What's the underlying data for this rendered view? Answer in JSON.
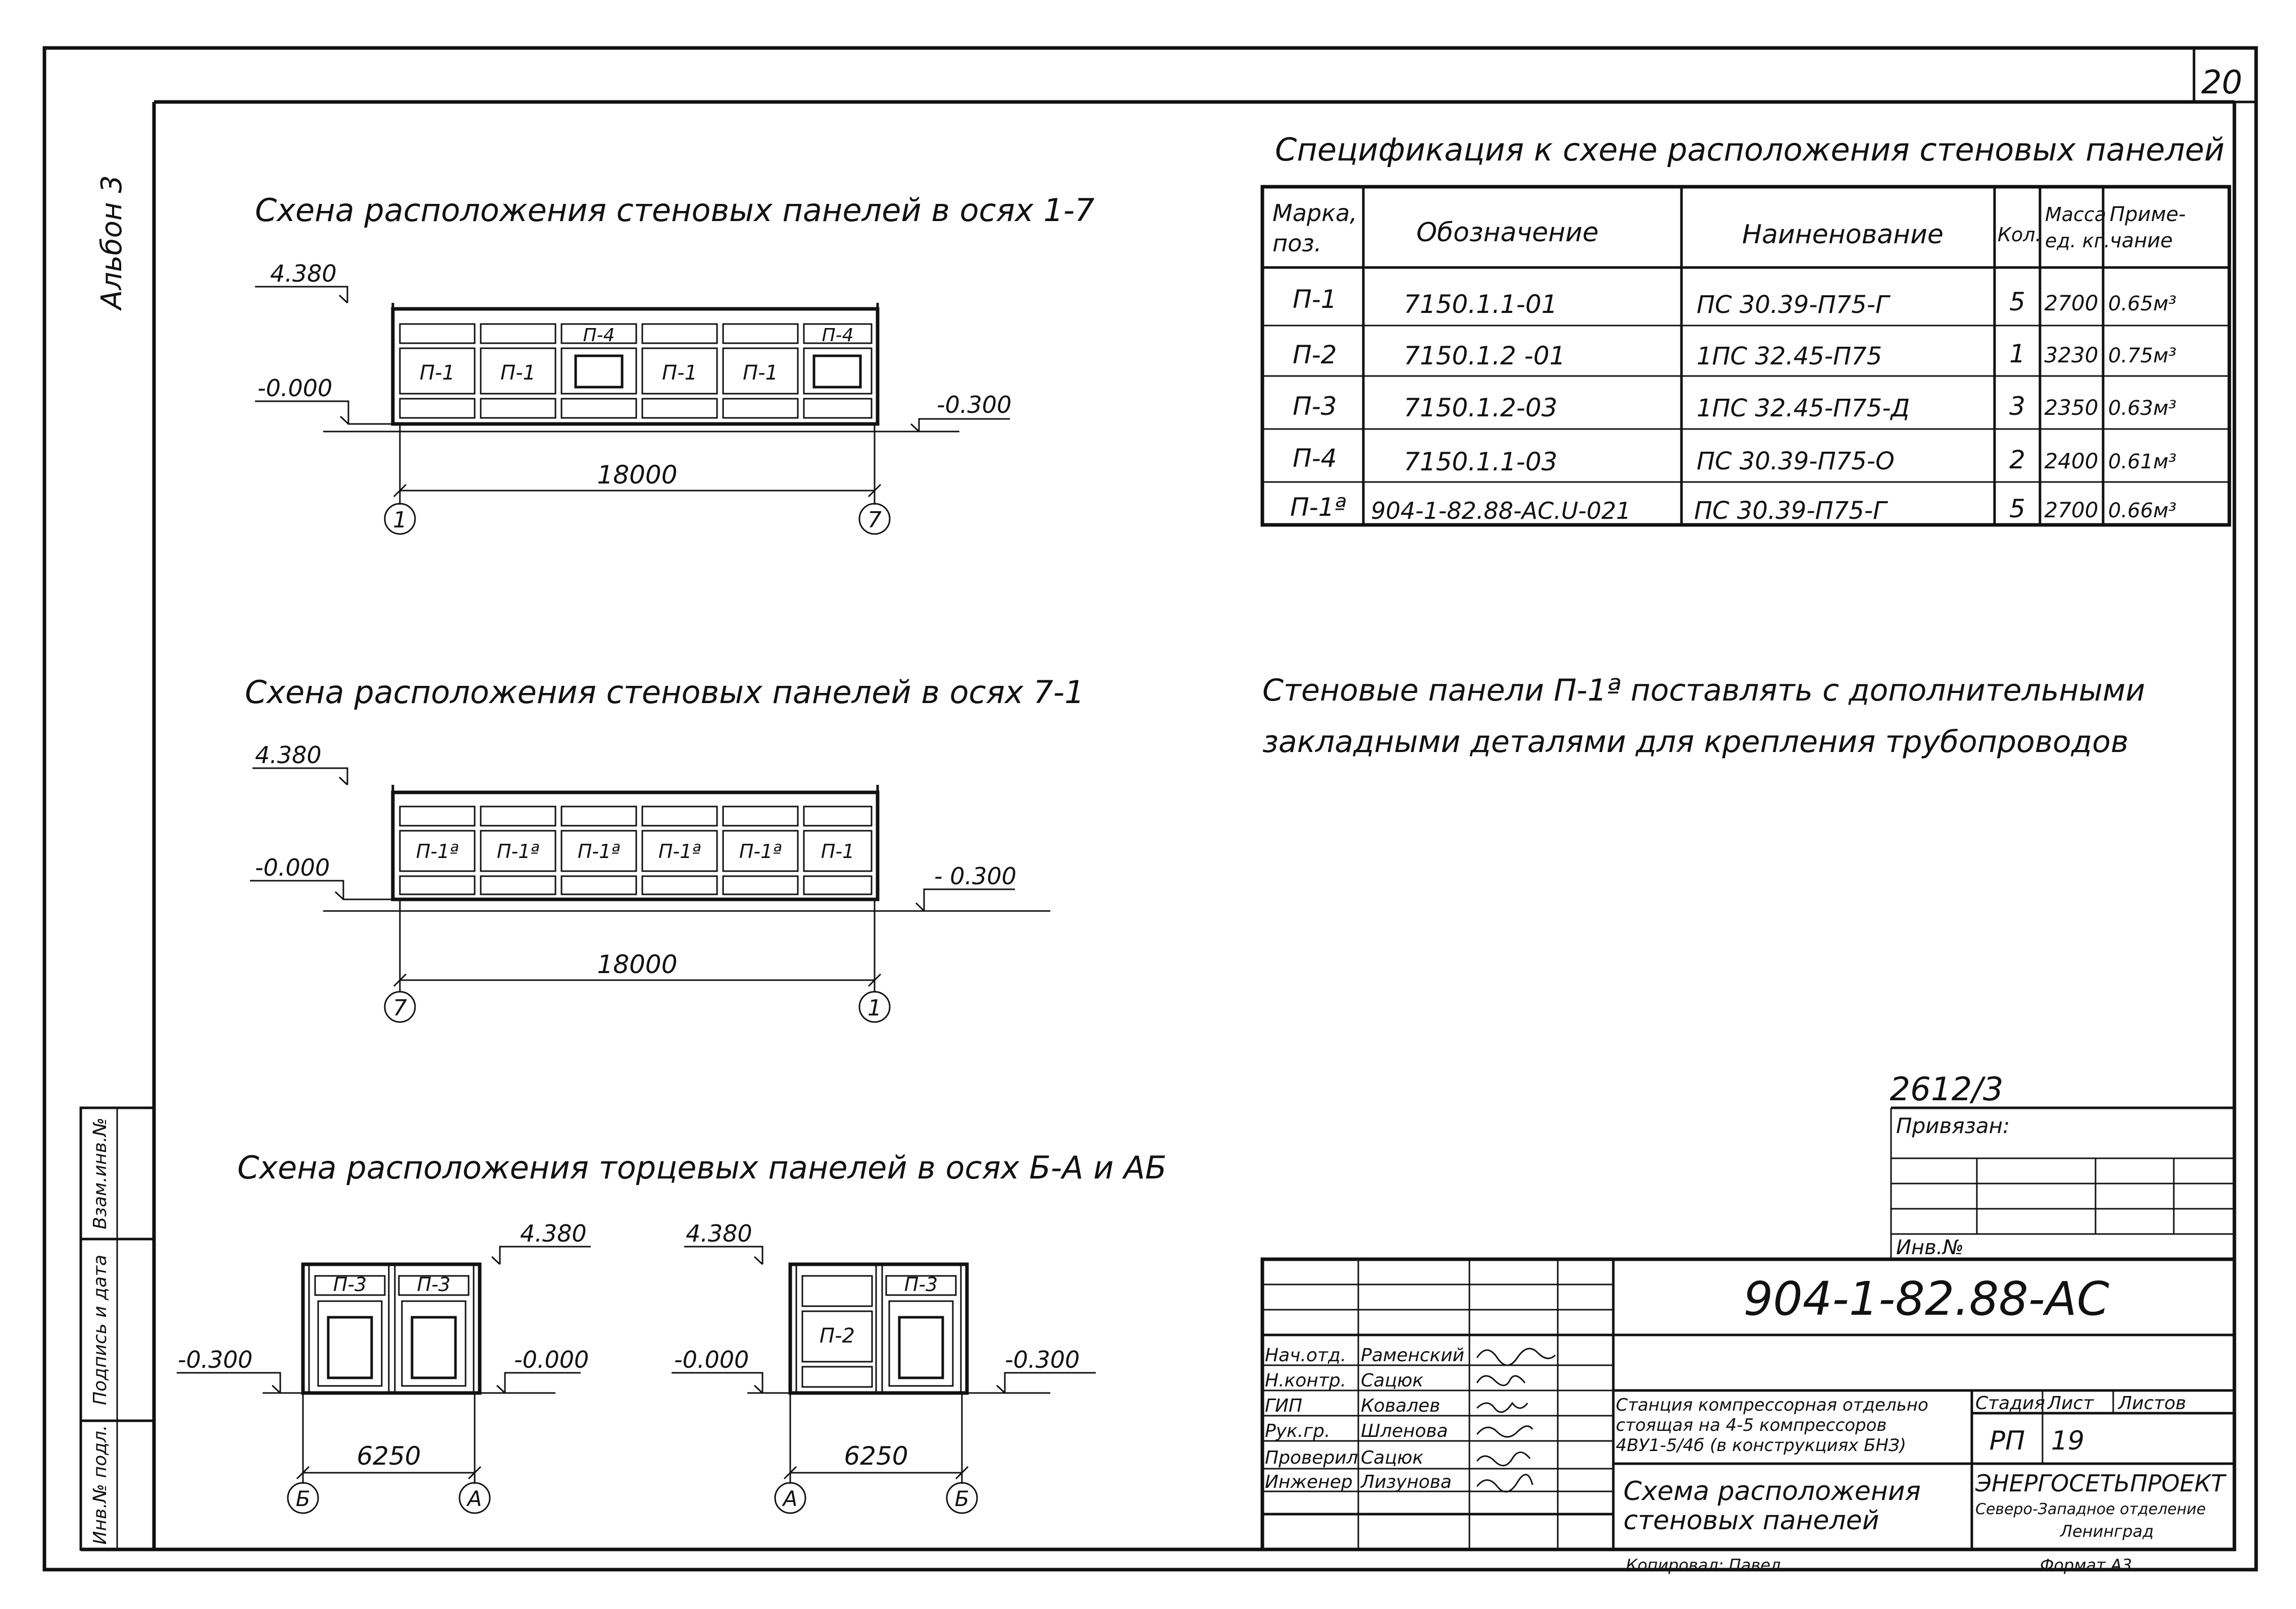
{
  "sheet": {
    "page_number": "20",
    "album": "Альбон 3"
  },
  "elevations": [
    {
      "title": "Схена расположения  стеновых  панелей   в  осях 1-7",
      "level_top": "4.380",
      "level_left": "-0.000",
      "level_right": "-0.300",
      "panels": [
        "П-1",
        "П-1",
        "П-4",
        "П-1",
        "П-1",
        "П-4"
      ],
      "dimension": "18000",
      "axis_left": "1",
      "axis_right": "7"
    },
    {
      "title": "Схена расположения  стеновых  панелей  в  осях  7-1",
      "level_top": "4.380",
      "level_left": "-0.000",
      "level_right": "- 0.300",
      "panels": [
        "П-1ª",
        "П-1ª",
        "П-1ª",
        "П-1ª",
        "П-1ª",
        "П-1"
      ],
      "dimension": "18000",
      "axis_left": "7",
      "axis_right": "1"
    },
    {
      "title": "Схена расположения  торцевых  панелей  в  осях  Б-А  и АБ",
      "left": {
        "level_top": "4.380",
        "level_left": "-0.300",
        "level_right": "-0.000",
        "panels": [
          "П-3",
          "П-3"
        ],
        "dimension": "6250",
        "axis_left": "Б",
        "axis_right": "А"
      },
      "right": {
        "level_top": "4.380",
        "level_left": "-0.000",
        "level_right": "-0.300",
        "panels": [
          "П-2",
          "П-3"
        ],
        "dimension": "6250",
        "axis_left": "А",
        "axis_right": "Б"
      }
    }
  ],
  "spec": {
    "title": "Спецификация  к  схене  расположения  стеновых  панелей",
    "headers": {
      "mark": [
        "Марка,",
        "поз."
      ],
      "designation": "Обозначение",
      "name": "Наиненование",
      "qty": "Кол.",
      "mass": [
        "Масса",
        "ед. кг."
      ],
      "note": [
        "Приме-",
        "чание"
      ]
    },
    "rows": [
      {
        "mark": "П-1",
        "designation": "7150.1.1-01",
        "name": "ПС 30.39-П75-Г",
        "qty": "5",
        "mass": "2700",
        "note": "0.65м³"
      },
      {
        "mark": "П-2",
        "designation": "7150.1.2 -01",
        "name": "1ПС 32.45-П75",
        "qty": "1",
        "mass": "3230",
        "note": "0.75м³"
      },
      {
        "mark": "П-3",
        "designation": "7150.1.2-03",
        "name": "1ПС 32.45-П75-Д",
        "qty": "3",
        "mass": "2350",
        "note": "0.63м³"
      },
      {
        "mark": "П-4",
        "designation": "7150.1.1-03",
        "name": "ПС 30.39-П75-О",
        "qty": "2",
        "mass": "2400",
        "note": "0.61м³"
      },
      {
        "mark": "П-1ª",
        "designation": "904-1-82.88-АС.U-021",
        "name": "ПС 30.39-П75-Г",
        "qty": "5",
        "mass": "2700",
        "note": "0.66м³"
      }
    ]
  },
  "note": {
    "line1": "Стеновые  панели  П-1ª  поставлять  с  дополнительными",
    "line2": "закладными  деталями  для  крепления  трубопроводов"
  },
  "binding": {
    "ref": "2612/3",
    "label": "Привязан:",
    "inv": "Инв.№"
  },
  "left_margin": {
    "sub_inv": "Взам.инв.№",
    "sign_date": "Подпись и дата",
    "inv_orig": "Инв.№ подл."
  },
  "title_block": {
    "code": "904-1-82.88-АС",
    "project": [
      "Станция компрессорная отдельно",
      "стоящая на 4-5 компрессоров",
      "4ВУ1-5/4б (в конструкциях БНЗ)"
    ],
    "stage_label": "Стадия",
    "sheet_label": "Лист",
    "sheets_label": "Листов",
    "stage": "РП",
    "sheet": "19",
    "drawing_title": [
      "Схема  расположения",
      "стеновых  панелей"
    ],
    "org": [
      "ЭНЕРГОСЕТЬПРОЕКТ",
      "Северо-Западное отделение",
      "Ленинград"
    ],
    "signers": [
      {
        "role": "Нач.отд.",
        "name": "Раменский"
      },
      {
        "role": "Н.контр.",
        "name": "Сацюк"
      },
      {
        "role": "ГИП",
        "name": "Ковалев"
      },
      {
        "role": "Рук.гр.",
        "name": "Шленова"
      },
      {
        "role": "Проверил",
        "name": "Сацюк"
      },
      {
        "role": "Инженер",
        "name": "Лизунова"
      }
    ],
    "copied": "Копировал:  Павел",
    "format": "Формат А3"
  }
}
